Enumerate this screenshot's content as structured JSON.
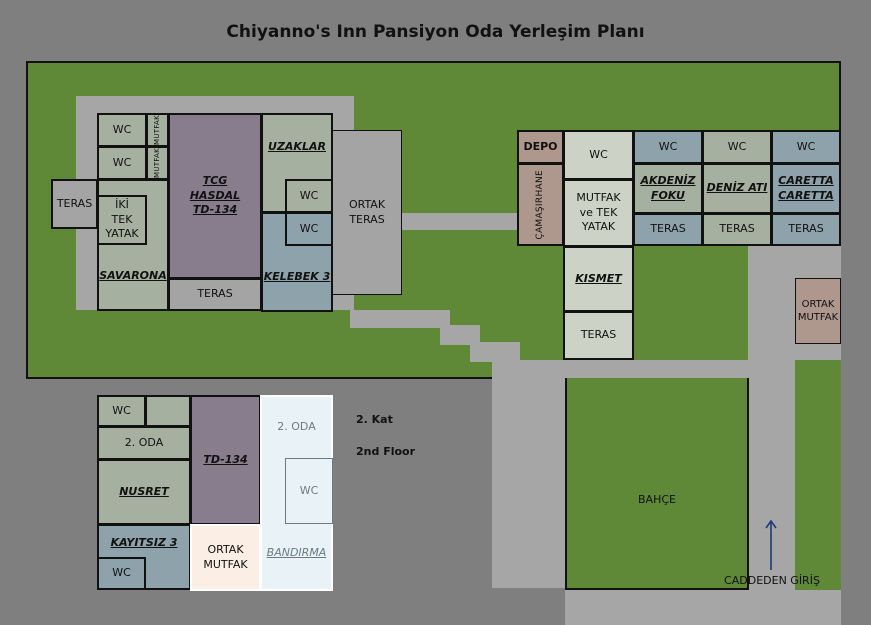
{
  "title": "Chiyanno's Inn Pansiyon Oda Yerleşim Planı",
  "rooms": {
    "wc1": "WC",
    "mutfak1": "MUTFAK",
    "wc2": "WC",
    "mutfak2": "MUTFAK",
    "iki_tek_yatak": "İKİ TEK YATAK",
    "teras_left": "TERAS",
    "tcg_hasdal": "TCG HASDAL TD-134",
    "teras_tcg": "TERAS",
    "savarona": "SAVARONA",
    "uzaklar": "UZAKLAR",
    "wc_uzaklar": "WC",
    "wc_kelebek": "WC",
    "kelebek3": "KELEBEK 3",
    "ortak_teras": "ORTAK TERAS",
    "depo": "DEPO",
    "camasirhane": "ÇAMAŞIRHANE",
    "wc_kismet": "WC",
    "mutfak_tek_yatak": "MUTFAK ve TEK YATAK",
    "kismet": "KISMET",
    "teras_kismet": "TERAS",
    "wc_akdeniz": "WC",
    "akdeniz_foku": "AKDENİZ FOKU",
    "teras_akdeniz": "TERAS",
    "wc_deniz": "WC",
    "deniz_ati": "DENİZ ATI",
    "teras_deniz": "TERAS",
    "wc_caretta": "WC",
    "caretta": "CARETTA CARETTA",
    "teras_caretta": "TERAS",
    "ortak_mutfak_right": "ORTAK MUTFAK",
    "wc_nusret": "WC",
    "oda2_nusret": "2. ODA",
    "nusret": "NUSRET",
    "td134": "TD-134",
    "oda2_bandirma": "2. ODA",
    "wc_bandirma": "WC",
    "bandirma": "BANDIRMA",
    "kayitsiz3": "KAYITSIZ 3",
    "wc_kayitsiz": "WC",
    "ortak_mutfak_bottom": "ORTAK MUTFAK"
  },
  "labels": {
    "floor_tr": "2. Kat",
    "floor_en": "2nd Floor",
    "garden": "BAHÇE",
    "entrance": "CADDEDEN GİRİŞ"
  },
  "colors": {
    "grass": "#5f8837",
    "path": "#a6a6a6",
    "background": "#7f7f7f"
  }
}
